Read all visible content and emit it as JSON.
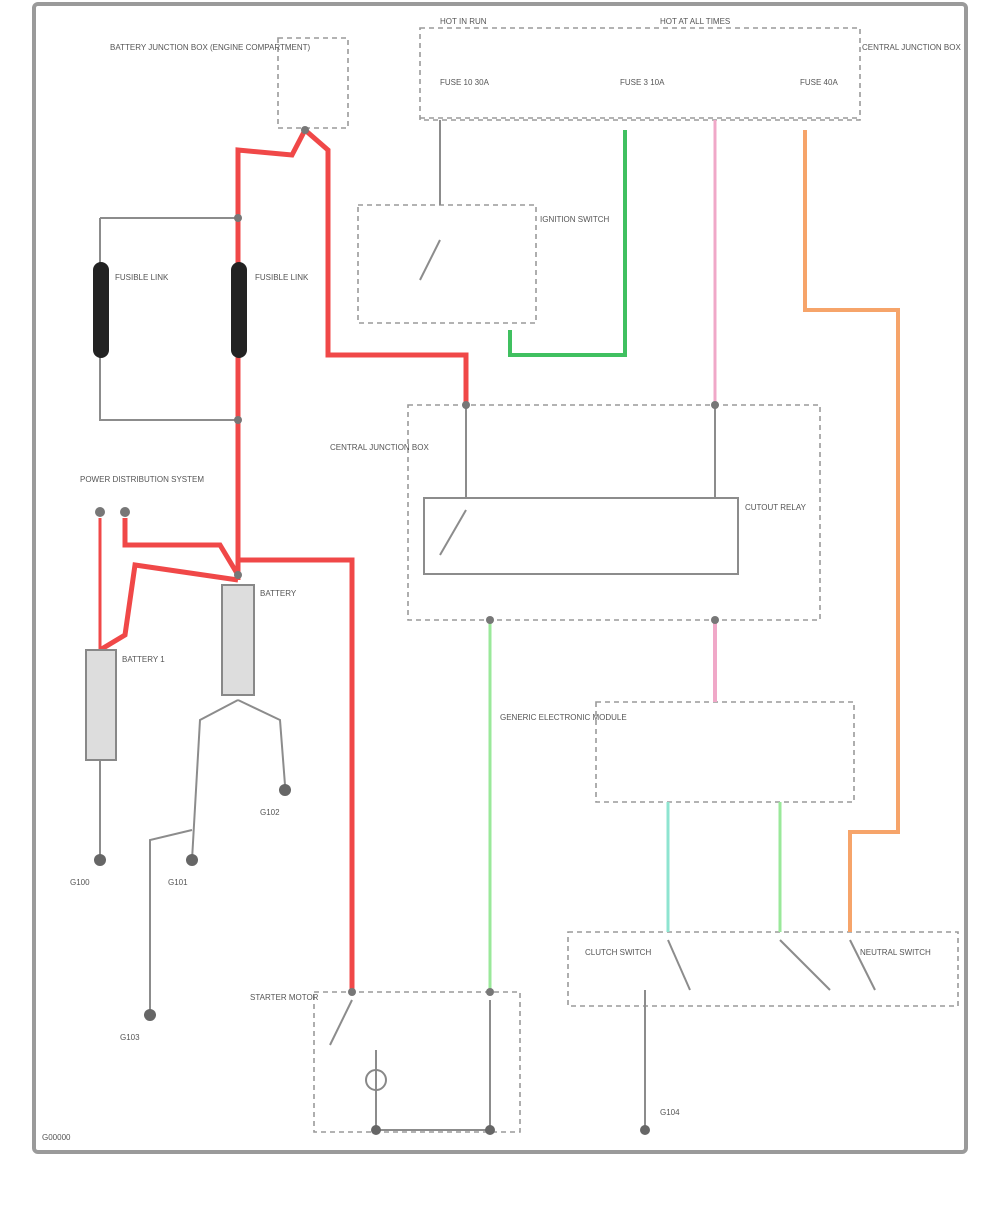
{
  "wire_colors": {
    "red": "#f04848",
    "green": "#40c060",
    "light_green": "#9ae89a",
    "pink": "#f0a8c8",
    "orange": "#f6a46a",
    "cyan": "#8ee4d0",
    "gray": "#8c8c8c"
  },
  "labels": {
    "top_left_component": "BATTERY JUNCTION BOX (ENGINE COMPARTMENT)",
    "top_header_1": "HOT IN RUN",
    "top_header_2": "HOT AT ALL TIMES",
    "fuse_1": "FUSE 10 30A",
    "fuse_2": "FUSE 3 10A",
    "fuse_3": "FUSE 40A",
    "top_right_note": "CENTRAL JUNCTION BOX",
    "ignition_switch": "IGNITION SWITCH",
    "fusible_link_1": "FUSIBLE LINK",
    "fusible_link_2": "FUSIBLE LINK",
    "power_distribution": "POWER DISTRIBUTION SYSTEM",
    "battery_1": "BATTERY 1",
    "battery_2": "BATTERY",
    "central_junction": "CENTRAL JUNCTION BOX",
    "cutout_relay": "CUTOUT RELAY",
    "ground_1": "G100",
    "ground_2": "G101",
    "ground_3": "G102",
    "ground_4": "G103",
    "generic_module": "GENERIC ELECTRONIC MODULE",
    "starter_motor": "STARTER MOTOR",
    "clutch_switch": "CLUTCH SWITCH",
    "neutral_switch": "NEUTRAL SWITCH",
    "ground_bottom": "G104",
    "diagram_id": "G00000"
  }
}
